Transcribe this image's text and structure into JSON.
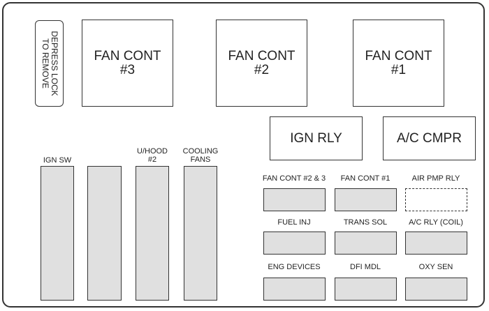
{
  "lock_label": [
    "DEPRESS LOCK",
    "TO REMOVE"
  ],
  "relays": {
    "fan3": [
      "FAN CONT",
      "#3"
    ],
    "fan2": [
      "FAN CONT",
      "#2"
    ],
    "fan1": [
      "FAN CONT",
      "#1"
    ],
    "ign": "IGN RLY",
    "ac": "A/C CMPR"
  },
  "tall_fuses": [
    {
      "label": [
        "IGN SW"
      ]
    },
    {
      "label": []
    },
    {
      "label": [
        "U/HOOD",
        "#2"
      ]
    },
    {
      "label": [
        "COOLING",
        "FANS"
      ]
    }
  ],
  "small_fuses": [
    "FAN CONT #2 & 3",
    "FAN CONT #1",
    "AIR PMP RLY",
    "FUEL INJ",
    "TRANS SOL",
    "A/C RLY (COIL)",
    "ENG DEVICES",
    "DFI MDL",
    "OXY SEN"
  ]
}
